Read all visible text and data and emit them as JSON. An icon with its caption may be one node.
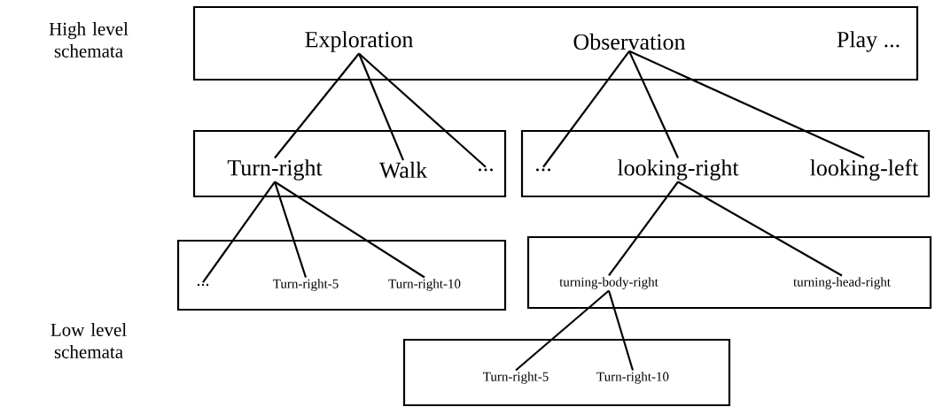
{
  "diagram": {
    "nodes": [
      {
        "text": [],
        "shape": "box"
      },
      {
        "text": [
          "Exploration"
        ],
        "in": 0
      },
      {
        "text": [
          "Observation"
        ],
        "in": 0
      },
      {
        "text": [
          "Play ..."
        ],
        "in": 0
      },
      {
        "text": [],
        "shape": "box"
      },
      {
        "text": [
          "Turn-right"
        ],
        "in": 4
      },
      {
        "text": [
          "Walk"
        ],
        "in": 4
      },
      {
        "text": [
          "..."
        ],
        "in": 4
      },
      {
        "text": [],
        "shape": "box"
      },
      {
        "text": [
          "..."
        ],
        "in": 8
      },
      {
        "text": [
          "looking-right"
        ],
        "in": 8
      },
      {
        "text": [
          "looking-left"
        ],
        "in": 8
      },
      {
        "text": [],
        "shape": "box"
      },
      {
        "text": [
          "..."
        ],
        "in": 12
      },
      {
        "text": [
          "Turn-right-5"
        ],
        "in": 12
      },
      {
        "text": [
          "Turn-right-10"
        ],
        "in": 12
      },
      {
        "text": [],
        "shape": "box"
      },
      {
        "text": [
          "turning-body-right"
        ],
        "in": 16
      },
      {
        "text": [
          "turning-head-right"
        ],
        "in": 16
      },
      {
        "text": [],
        "shape": "box"
      },
      {
        "text": [
          "Turn-right-5"
        ],
        "in": 19
      },
      {
        "text": [
          "Turn-right-10"
        ],
        "in": 19
      }
    ],
    "edges": [
      {
        "from": 1,
        "to": 5,
        "arrow": "none"
      },
      {
        "from": 1,
        "to": 6,
        "arrow": "none"
      },
      {
        "from": 1,
        "to": 7,
        "arrow": "none"
      },
      {
        "from": 2,
        "to": 9,
        "arrow": "none"
      },
      {
        "from": 2,
        "to": 10,
        "arrow": "none"
      },
      {
        "from": 2,
        "to": 11,
        "arrow": "none"
      },
      {
        "from": 5,
        "to": 13,
        "arrow": "none"
      },
      {
        "from": 5,
        "to": 14,
        "arrow": "none"
      },
      {
        "from": 5,
        "to": 15,
        "arrow": "none"
      },
      {
        "from": 10,
        "to": 17,
        "arrow": "none"
      },
      {
        "from": 10,
        "to": 18,
        "arrow": "none"
      },
      {
        "from": 17,
        "to": 20,
        "arrow": "none"
      },
      {
        "from": 17,
        "to": 21,
        "arrow": "none"
      }
    ],
    "labels": [
      "High level schemata",
      "Low level schemata"
    ]
  }
}
